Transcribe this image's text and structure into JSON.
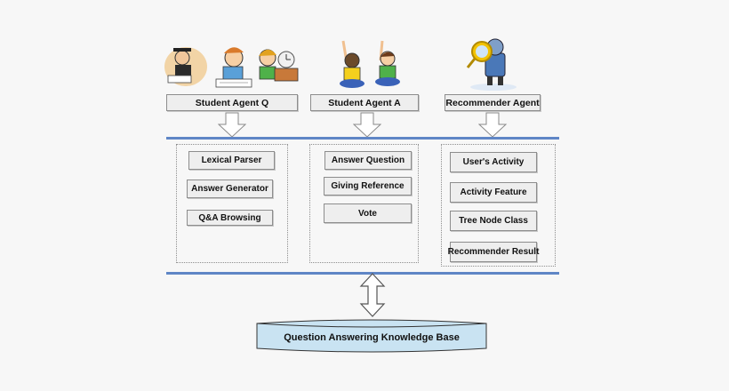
{
  "agents": [
    {
      "label": "Student Agent Q"
    },
    {
      "label": "Student  Agent A"
    },
    {
      "label": "Recommender Agent"
    }
  ],
  "panels": {
    "q": [
      "Lexical Parser",
      "Answer Generator",
      "Q&A Browsing"
    ],
    "a": [
      "Answer Question",
      "Giving Reference",
      "Vote"
    ],
    "r": [
      "User's Activity",
      "Activity Feature",
      "Tree Node Class",
      "Recommender Result"
    ]
  },
  "knowledge_base": {
    "label": "Question Answering Knowledge Base"
  },
  "colors": {
    "line": "#5f86c6",
    "cylinder": "#c9e3f2",
    "box": "#eeeeee",
    "border": "#8d8d8d"
  },
  "icons": [
    "student-reading-icon",
    "students-raising-hands-icon",
    "robot-magnifier-icon"
  ]
}
